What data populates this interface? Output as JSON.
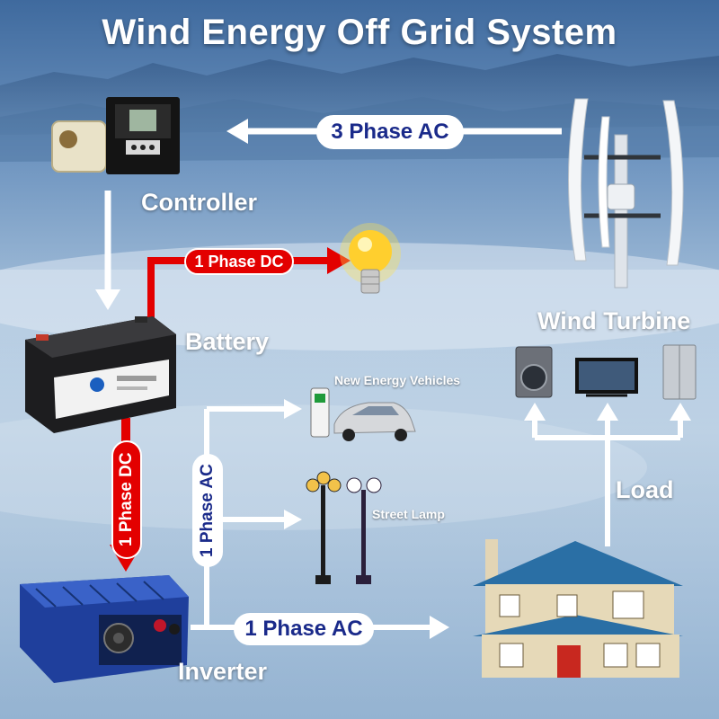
{
  "title": "Wind Energy Off Grid System",
  "components": {
    "controller": "Controller",
    "battery": "Battery",
    "inverter": "Inverter",
    "wind_turbine": "Wind Turbine",
    "load": "Load",
    "vehicles": "New Energy Vehicles",
    "street_lamp": "Street Lamp"
  },
  "connections": {
    "turbine_to_controller": "3 Phase AC",
    "battery_to_bulb": "1 Phase DC",
    "battery_to_inverter": "1 Phase DC",
    "inverter_branch": "1 Phase AC",
    "inverter_to_house": "1 Phase AC"
  },
  "colors": {
    "ac_line": "#ffffff",
    "dc_line": "#e30000",
    "ac_text": "#1a2a8a"
  }
}
